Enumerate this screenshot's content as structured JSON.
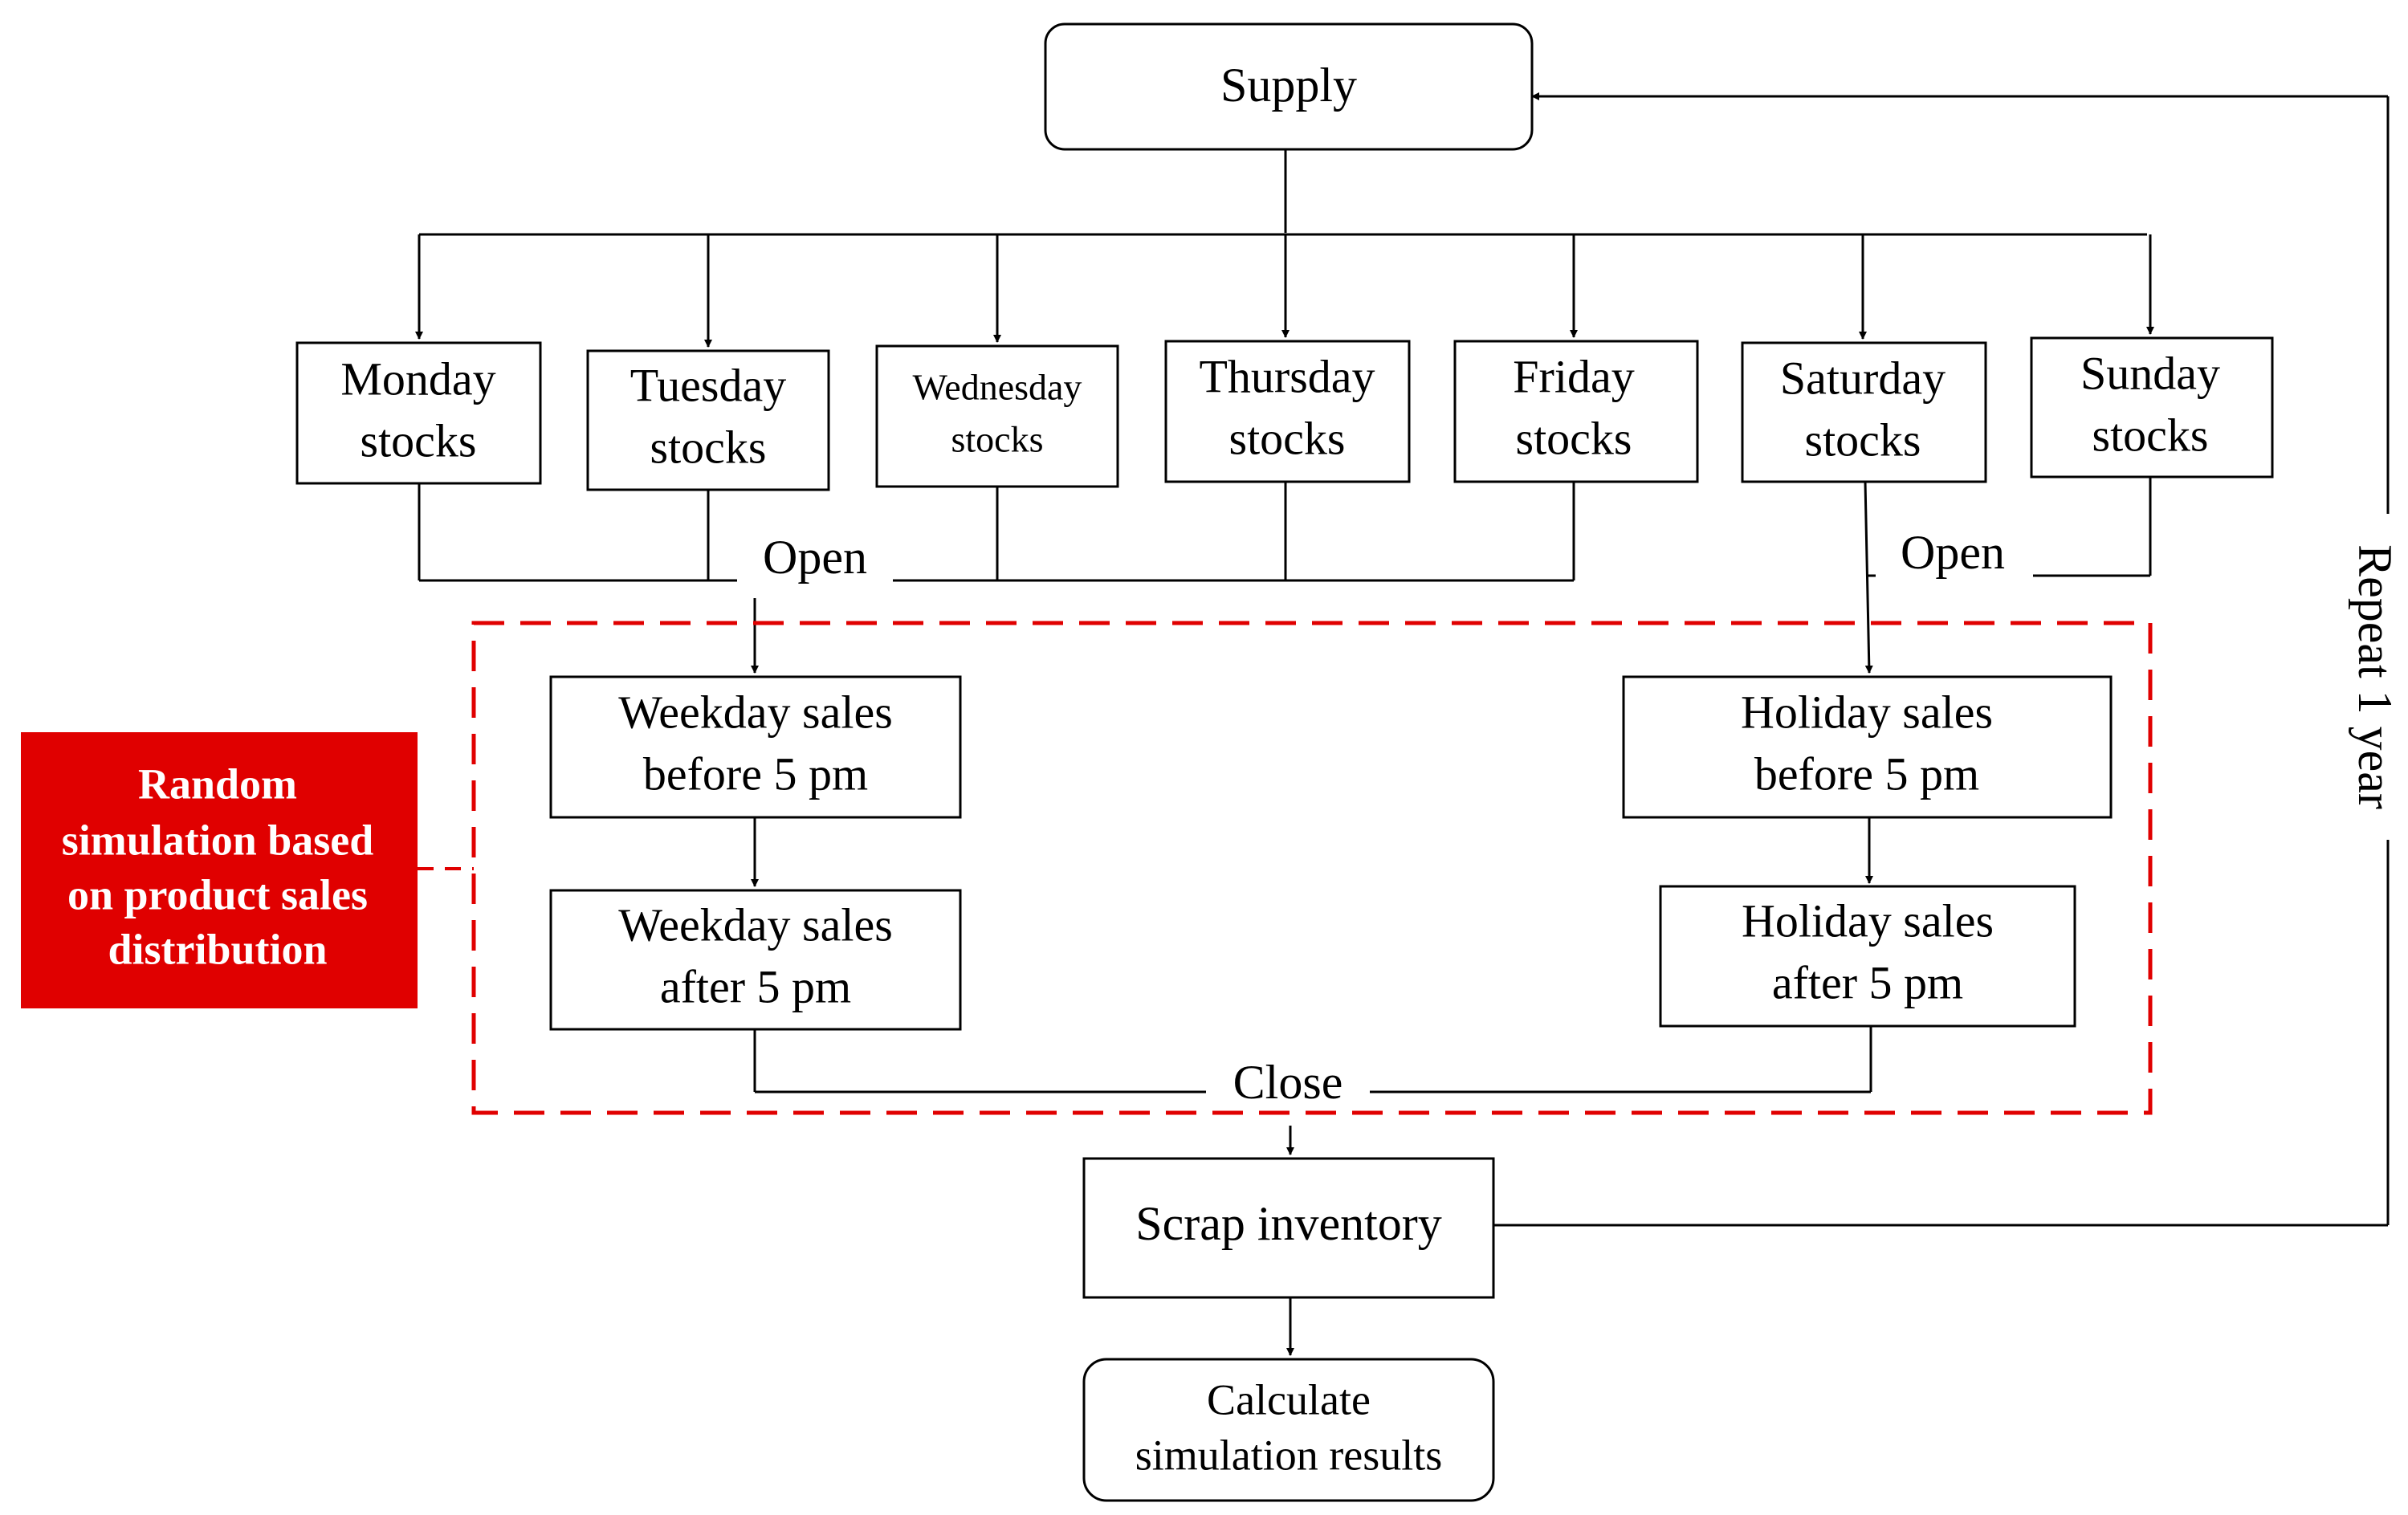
{
  "colors": {
    "line": "#000000",
    "accent": "#e00000",
    "background": "#ffffff",
    "note_text": "#ffffff"
  },
  "nodes": {
    "supply": "Supply",
    "days": [
      [
        "Monday",
        "stocks"
      ],
      [
        "Tuesday",
        "stocks"
      ],
      [
        "Wednesday",
        "stocks"
      ],
      [
        "Thursday",
        "stocks"
      ],
      [
        "Friday",
        "stocks"
      ],
      [
        "Saturday",
        "stocks"
      ],
      [
        "Sunday",
        "stocks"
      ]
    ],
    "weekday_before": [
      "Weekday sales",
      "before 5 pm"
    ],
    "weekday_after": [
      "Weekday sales",
      "after 5 pm"
    ],
    "holiday_before": [
      "Holiday sales",
      "before 5 pm"
    ],
    "holiday_after": [
      "Holiday sales",
      "after 5 pm"
    ],
    "scrap": "Scrap inventory",
    "calculate": [
      "Calculate",
      "simulation results"
    ]
  },
  "labels": {
    "open_weekday": "Open",
    "open_weekend": "Open",
    "close": "Close",
    "repeat": "Repeat 1 year"
  },
  "note": [
    "Random",
    "simulation based",
    "on product sales",
    "distribution"
  ]
}
